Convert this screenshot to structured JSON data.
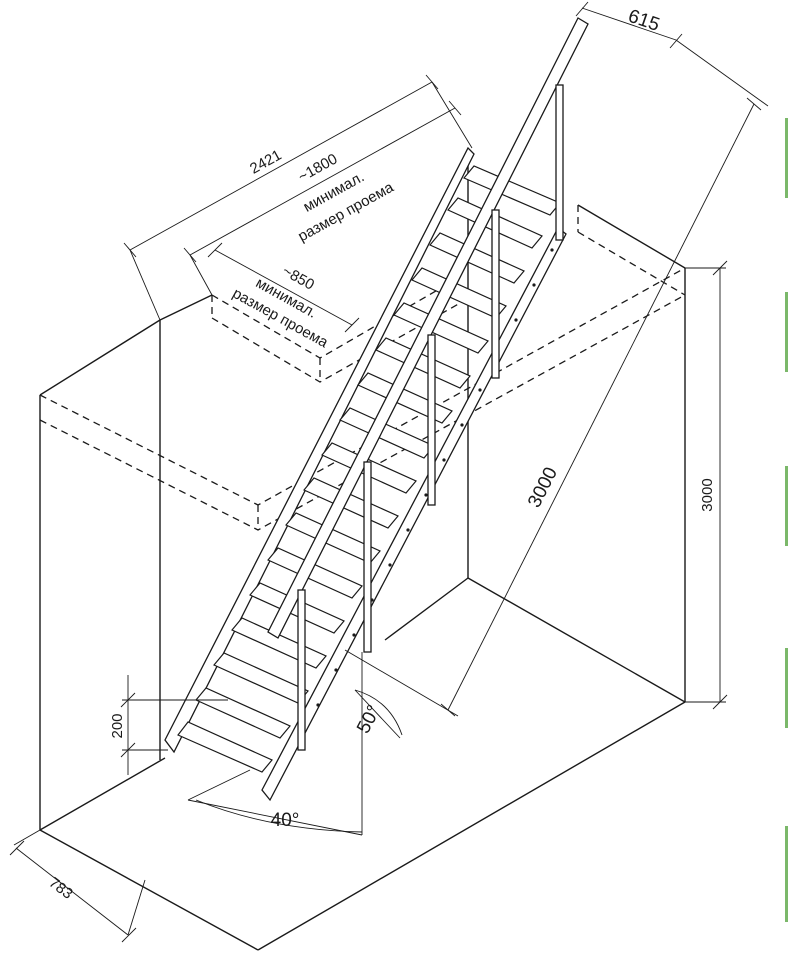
{
  "dimensions": {
    "opening_width": "615",
    "total_length": "2421",
    "min_opening_length": "~1800",
    "min_opening_label_1": "минимал.",
    "min_opening_label_2": "размер проема",
    "min_opening_width": "~850",
    "min_width_label_1": "минимал.",
    "min_width_label_2": "размер проема",
    "floor_height_right": "3000",
    "stair_height_diag": "3000",
    "step_rise": "200",
    "angle_top": "50°",
    "angle_bottom": "40°",
    "base_depth": "783"
  },
  "colors": {
    "ink": "#1a1a1a",
    "edge_accent": "#7bb86a"
  }
}
